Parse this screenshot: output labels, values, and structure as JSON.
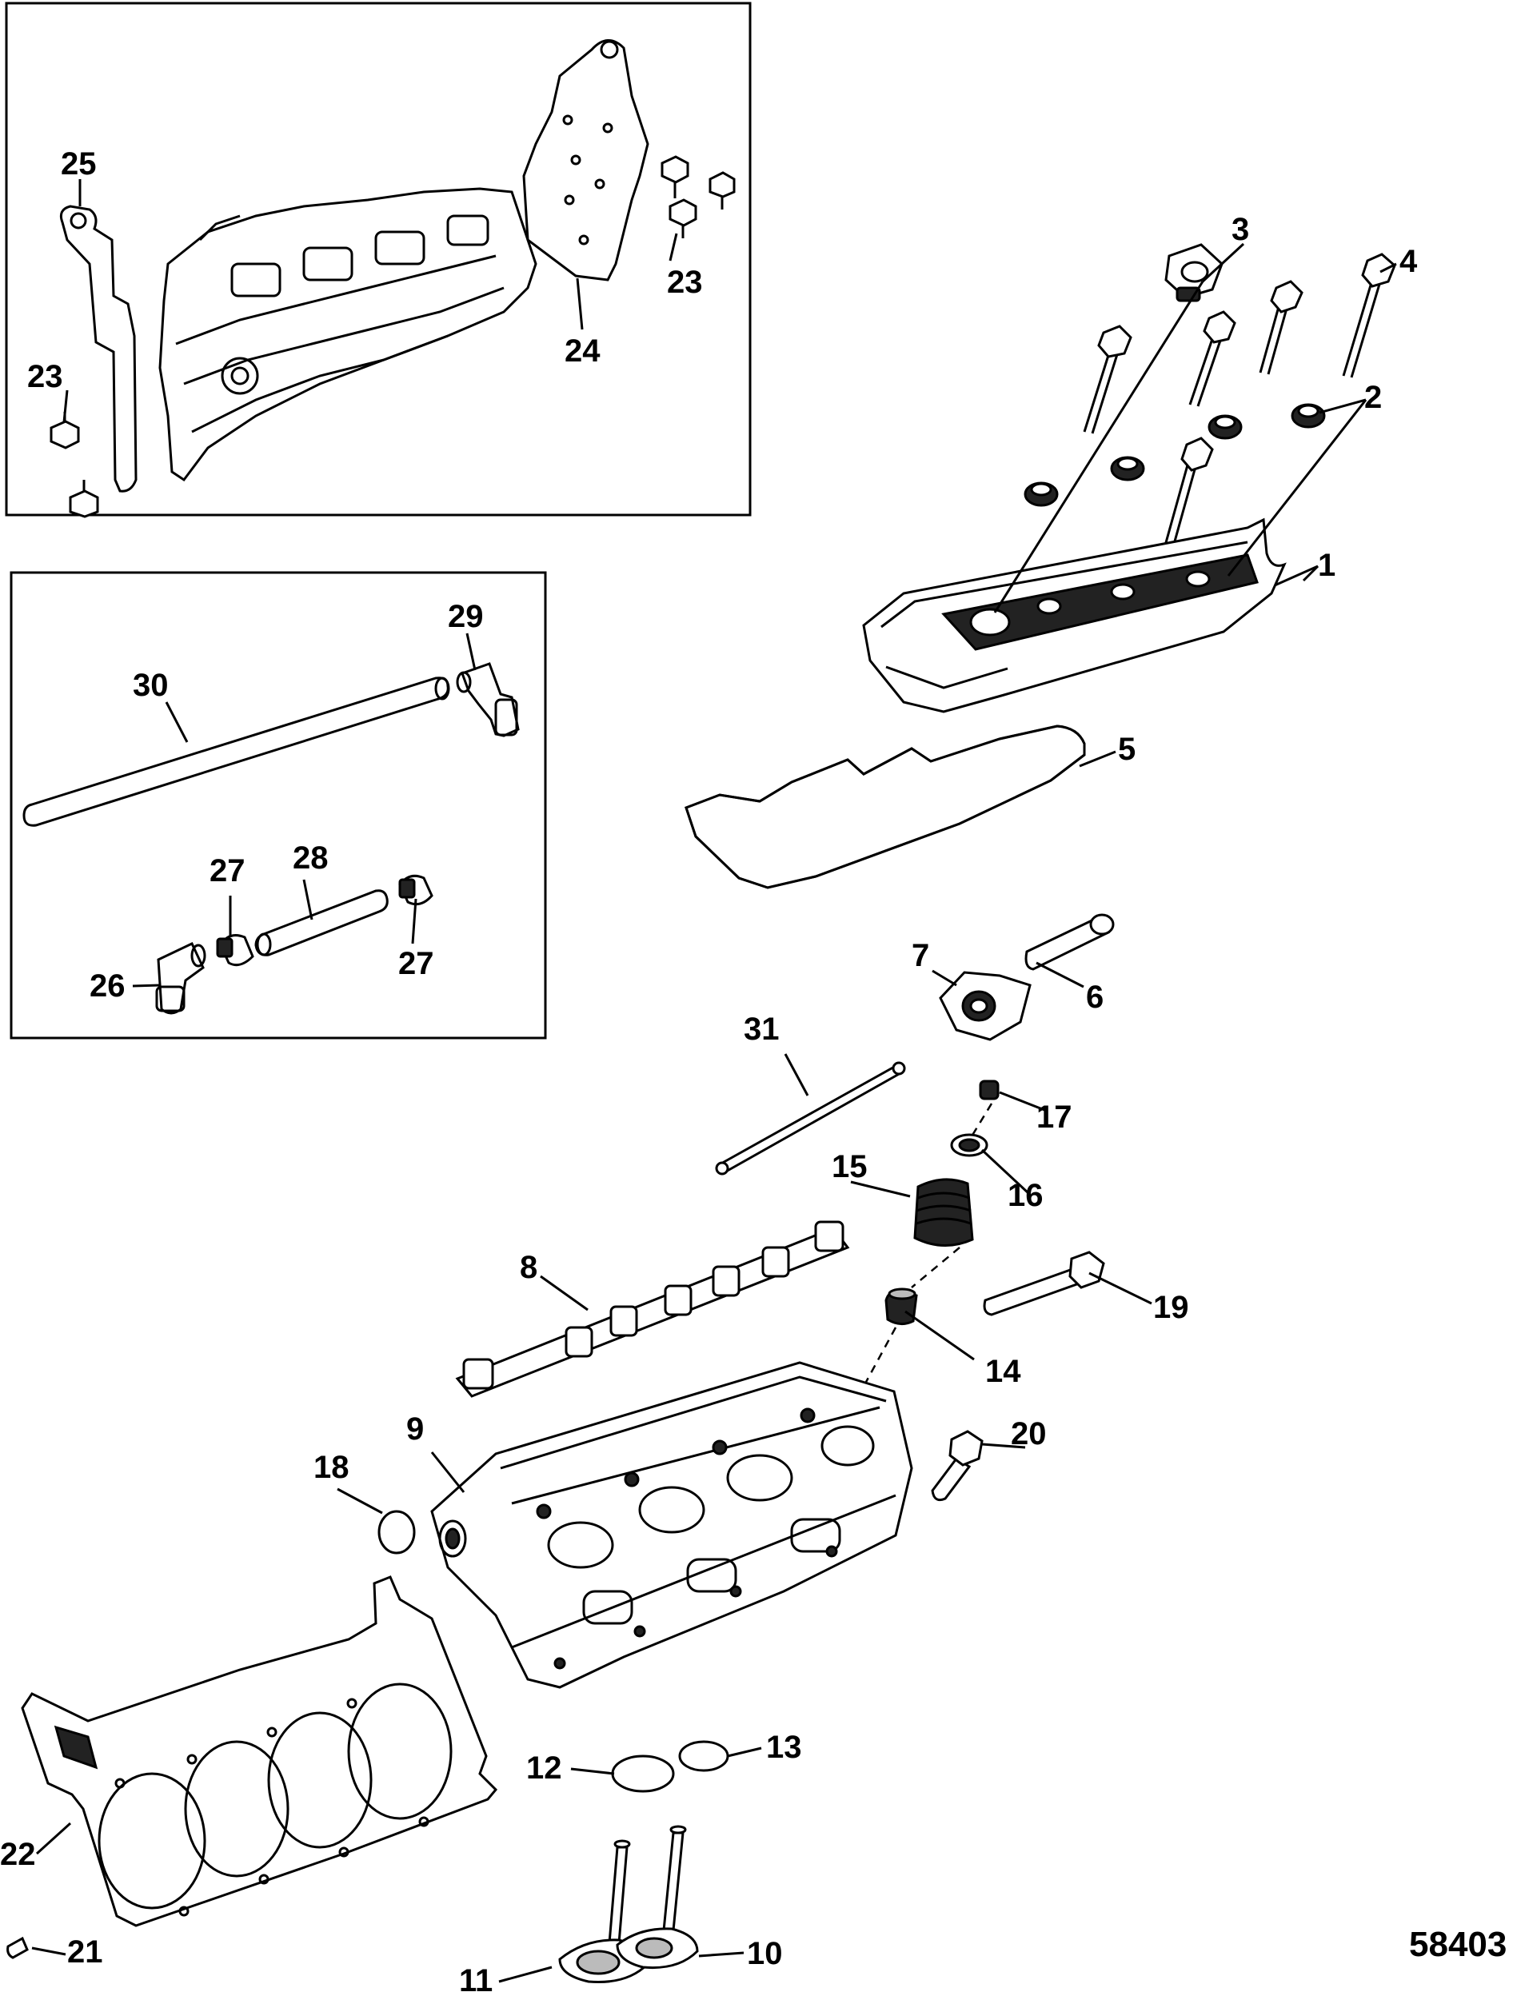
{
  "figure_number": "58403",
  "callouts": [
    {
      "id": "c1",
      "label": "1"
    },
    {
      "id": "c2",
      "label": "2"
    },
    {
      "id": "c3",
      "label": "3"
    },
    {
      "id": "c4",
      "label": "4"
    },
    {
      "id": "c5",
      "label": "5"
    },
    {
      "id": "c6",
      "label": "6"
    },
    {
      "id": "c7",
      "label": "7"
    },
    {
      "id": "c8",
      "label": "8"
    },
    {
      "id": "c9",
      "label": "9"
    },
    {
      "id": "c10",
      "label": "10"
    },
    {
      "id": "c11",
      "label": "11"
    },
    {
      "id": "c12",
      "label": "12"
    },
    {
      "id": "c13",
      "label": "13"
    },
    {
      "id": "c14",
      "label": "14"
    },
    {
      "id": "c15",
      "label": "15"
    },
    {
      "id": "c16",
      "label": "16"
    },
    {
      "id": "c17",
      "label": "17"
    },
    {
      "id": "c18",
      "label": "18"
    },
    {
      "id": "c19",
      "label": "19"
    },
    {
      "id": "c20",
      "label": "20"
    },
    {
      "id": "c21",
      "label": "21"
    },
    {
      "id": "c22",
      "label": "22"
    },
    {
      "id": "c23a",
      "label": "23"
    },
    {
      "id": "c23b",
      "label": "23"
    },
    {
      "id": "c24",
      "label": "24"
    },
    {
      "id": "c25",
      "label": "25"
    },
    {
      "id": "c26",
      "label": "26"
    },
    {
      "id": "c27a",
      "label": "27"
    },
    {
      "id": "c27b",
      "label": "27"
    },
    {
      "id": "c28",
      "label": "28"
    },
    {
      "id": "c29",
      "label": "29"
    },
    {
      "id": "c30",
      "label": "30"
    },
    {
      "id": "c31",
      "label": "31"
    }
  ]
}
